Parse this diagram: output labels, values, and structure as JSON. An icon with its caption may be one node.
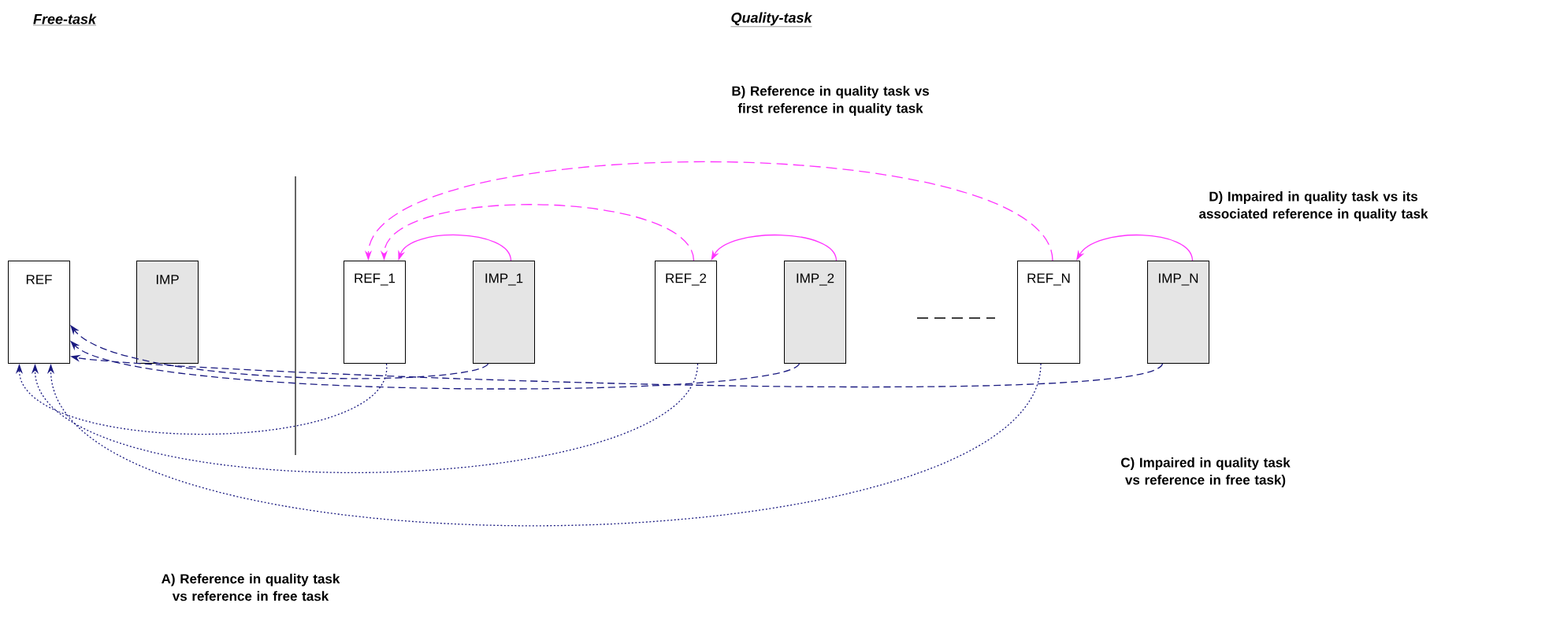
{
  "diagram": {
    "nodes": [
      {
        "text": [
          "REF"
        ]
      },
      {
        "text": [
          "IMP"
        ]
      },
      {
        "text": [
          "REF_1"
        ]
      },
      {
        "text": [
          "IMP_1"
        ]
      },
      {
        "text": [
          "REF_2"
        ]
      },
      {
        "text": [
          "IMP_2"
        ]
      },
      {
        "text": [
          "REF_N"
        ]
      },
      {
        "text": [
          "IMP_N"
        ]
      }
    ],
    "edges": [
      {
        "from": 3,
        "to": 2,
        "arrow": "to",
        "color": "#ff33ff"
      },
      {
        "from": 5,
        "to": 4,
        "arrow": "to",
        "color": "#ff33ff"
      },
      {
        "from": 7,
        "to": 6,
        "arrow": "to",
        "color": "#ff33ff"
      },
      {
        "from": 4,
        "to": 2,
        "arrow": "to",
        "style": "dashed",
        "color": "#ff33ff"
      },
      {
        "from": 6,
        "to": 2,
        "arrow": "to",
        "style": "dashed",
        "color": "#ff33ff"
      },
      {
        "from": 3,
        "to": 0,
        "arrow": "to",
        "style": "dashed",
        "color": "#1a1a80"
      },
      {
        "from": 5,
        "to": 0,
        "arrow": "to",
        "style": "dashed",
        "color": "#1a1a80"
      },
      {
        "from": 7,
        "to": 0,
        "arrow": "to",
        "style": "dashed",
        "color": "#1a1a80"
      },
      {
        "from": 2,
        "to": 0,
        "arrow": "to",
        "style": "dashed",
        "color": "#1a1a80"
      },
      {
        "from": 4,
        "to": 0,
        "arrow": "to",
        "style": "dashed",
        "color": "#1a1a80"
      },
      {
        "from": 6,
        "to": 0,
        "arrow": "to",
        "style": "dashed",
        "color": "#1a1a80"
      }
    ],
    "labels": [
      "Free-task",
      "Quality-task",
      "B) Reference in quality task vs first reference in quality task",
      "D) Impaired in quality task vs its associated reference in quality task",
      "C) Impaired in quality task vs reference in free task)",
      "A) Reference in quality task vs reference in free task"
    ]
  }
}
